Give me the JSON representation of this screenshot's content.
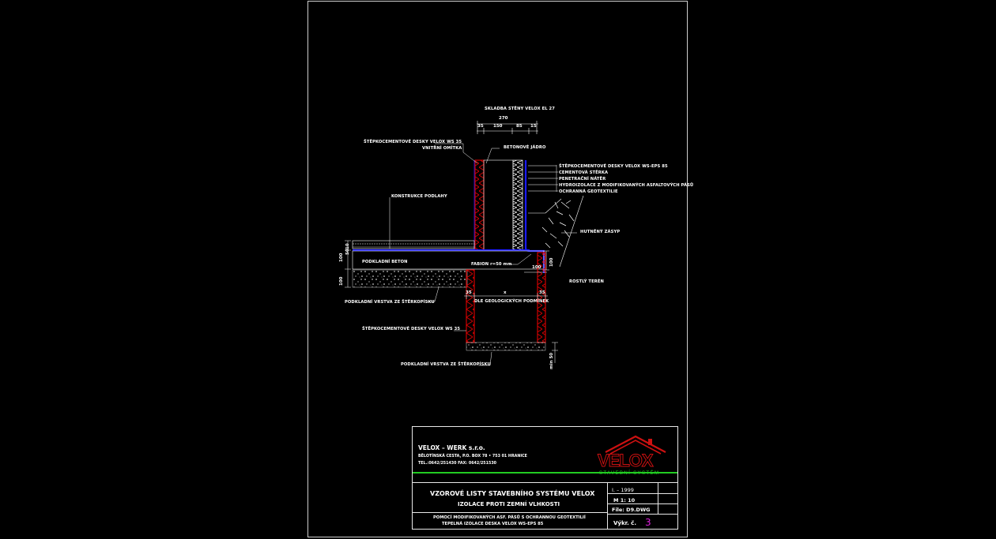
{
  "header": {
    "wall_composition": "SKLADBA STĚNY VELOX EL 27",
    "dim_total": "270",
    "dim_parts": [
      "35",
      "150",
      "85",
      "15"
    ]
  },
  "labels": {
    "left_boards": "ŠTĚPKOCEMENTOVÉ DESKY VELOX WS 35",
    "inner_plaster": "VNITŘNÍ OMÍTKA",
    "concrete_core": "BETONOVÉ JÁDRO",
    "floor_construction": "KONSTRUKCE PODLAHY",
    "right_layers": [
      "ŠTĚPKOCEMENTOVÉ DESKY VELOX WS-EPS 85",
      "CEMENTOVÁ STĚRKA",
      "PENETRAČNÍ NÁTĚR",
      "HYDROIZOLACE Z MODIFIKOVANÝCH ASFALTOVÝCH PÁSŮ",
      "OCHRANNÁ GEOTEXTILIE"
    ],
    "backfill": "HUTNĚNÝ ZÁSYP",
    "sub_concrete": "PODKLADNÍ BETON",
    "fabion": "FABION r=50 mm",
    "natural_ground": "ROSTLÝ TERÉN",
    "gravel_layer_1": "PODKLADNÍ VRSTVA ZE ŠTĚRKOPÍSKU",
    "geological": "DLE GEOLOGICKÝCH PODMÍNEK",
    "foundation_boards": "ŠTĚPKOCEMENTOVÉ DESKY VELOX WS 35",
    "gravel_layer_2": "PODKLADNÍ VRSTVA ZE ŠTĚRKOPÍSKU"
  },
  "dims": {
    "d100_left_a": "100",
    "d100_left_b": "100",
    "d50": "50",
    "d10": "10",
    "d35_left": "35",
    "d_x": "x",
    "d35_right": "35",
    "d100_fabion": "100",
    "d100_right": "100",
    "min50": "min 50"
  },
  "title_block": {
    "company": "VELOX – WERK s.r.o.",
    "address": "BĚLOTÍNSKÁ CESTA, P.O. BOX 78 • 753 01 HRANICE",
    "contact": "TEL.:0642/251430   FAX: 0642/251530",
    "logo_text": "VELOX",
    "logo_sub": "STAVEBNÍ SYSTÉM",
    "title_1": "VZOROVÉ LISTY STAVEBNÍHO SYSTÉMU VELOX",
    "title_2": "IZOLACE PROTI ZEMNÍ VLHKOSTI",
    "desc_1": "POMOCÍ MODIFIKOVANÝCH ASF. PÁSŮ S OCHRANNOU GEOTEXTILIÍ",
    "desc_2": "TEPELNÁ IZOLACE DESKA VELOX WS-EPS 85",
    "date": "I. – 1999",
    "scale": "M 1: 10",
    "file": "File: D9.DWG",
    "sheet_label": "Výkr. č.",
    "sheet_number": "3"
  },
  "colors": {
    "board_red": "#e00000",
    "waterproof_blue": "#1a1aff",
    "logo_red": "#cc1111",
    "green_rule": "#22cc22",
    "sheet_number": "#e020e0"
  }
}
